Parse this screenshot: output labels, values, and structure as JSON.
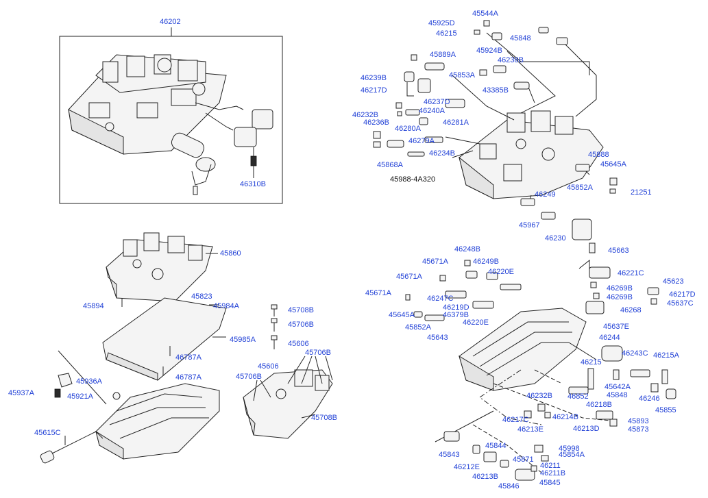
{
  "diagram": {
    "colors": {
      "part_label": "#1f3fd6",
      "plain_label": "#111111",
      "line": "#222222"
    },
    "labels": {
      "p46202": "46202",
      "p46310B": "46310B",
      "p45860": "45860",
      "p45894": "45894",
      "p45823": "45823",
      "p45984A": "45984A",
      "p45985A": "45985A",
      "p46787A_1": "46787A",
      "p46787A_2": "46787A",
      "p45708B_1": "45708B",
      "p45706B_1": "45706B",
      "p45606_1": "45606",
      "p45606_2": "45606",
      "p45706B_2": "45706B",
      "p45706B_3": "45706B",
      "p45708B_2": "45708B",
      "p45936A": "45936A",
      "p45937A": "45937A",
      "p45921A": "45921A",
      "p45615C": "45615C",
      "p45544A": "45544A",
      "p45925D": "45925D",
      "p46215_1": "46215",
      "p45924B": "45924B",
      "p45848_1": "45848",
      "p45889A": "45889A",
      "p46238B": "46238B",
      "p46239B": "46239B",
      "p45853A": "45853A",
      "p46217D_1": "46217D",
      "p43385B": "43385B",
      "p46237D": "46237D",
      "p46240A": "46240A",
      "p46232B_1": "46232B",
      "p46236B": "46236B",
      "p46280A": "46280A",
      "p46281A": "46281A",
      "p46279A": "46279A",
      "p46234B": "46234B",
      "p45868A": "45868A",
      "p45988": "45988-4A320",
      "p45888": "45888",
      "p45645A_1": "45645A",
      "p45852A_1": "45852A",
      "p21251": "21251",
      "p46249_1": "46249",
      "p45967": "45967",
      "p46230": "46230",
      "p45663": "45663",
      "p46248B": "46248B",
      "p45671A_1": "45671A",
      "p46249B": "46249B",
      "p46221C": "46221C",
      "p45671A_2": "45671A",
      "p46220E_1": "46220E",
      "p45623": "45623",
      "p46269B_1": "46269B",
      "p46269B_2": "46269B",
      "p46217D_2": "46217D",
      "p45637C": "45637C",
      "p45671A_3": "45671A",
      "p46247C": "46247C",
      "p46219D": "46219D",
      "p46379B": "46379B",
      "p45645A_2": "45645A",
      "p46220E_2": "46220E",
      "p46268": "46268",
      "p45852A_2": "45852A",
      "p45643": "45643",
      "p45637E": "45637E",
      "p46244": "46244",
      "p46215_2": "46215",
      "p46243C": "46243C",
      "p46215A": "46215A",
      "p45642A": "45642A",
      "p46852": "46852",
      "p45848_2": "45848",
      "p46246": "46246",
      "p46232B_2": "46232B",
      "p46218B": "46218B",
      "p45855": "45855",
      "p46217C": "46217C",
      "p46214B": "46214B",
      "p45893": "45893",
      "p46213E": "46213E",
      "p46213D": "46213D",
      "p45873": "45873",
      "p45844": "45844",
      "p45998": "45998",
      "p45843": "45843",
      "p45871": "45871",
      "p45854A": "45854A",
      "p46212E": "46212E",
      "p46211": "46211",
      "p46211B": "46211B",
      "p46213B": "46213B",
      "p45846": "45846",
      "p45845": "45845"
    }
  }
}
